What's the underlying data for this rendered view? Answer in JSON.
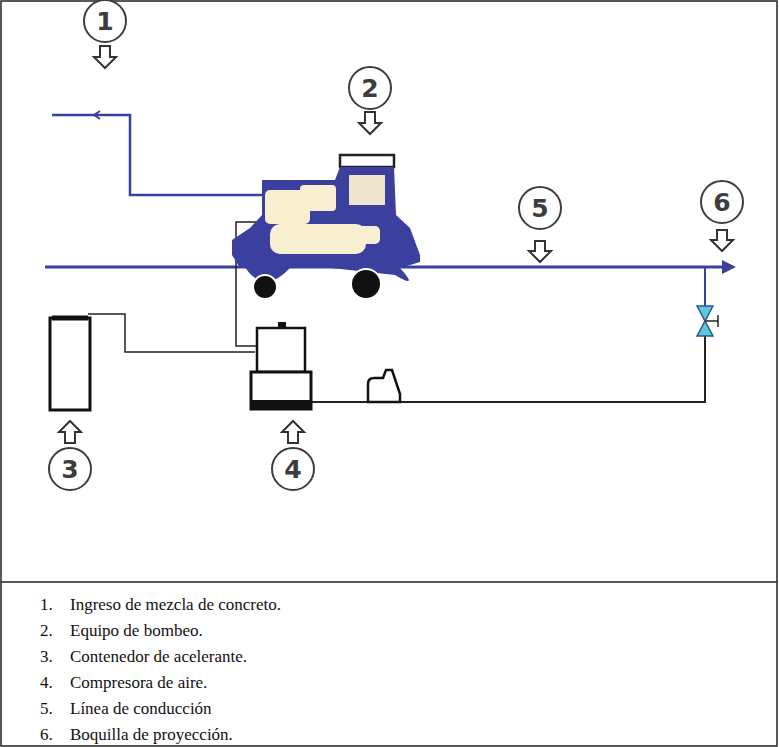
{
  "diagram": {
    "nodes": [
      {
        "text": [
          "1"
        ]
      },
      {
        "text": [
          "2"
        ]
      },
      {
        "text": [
          "5"
        ]
      },
      {
        "text": [
          "6"
        ]
      },
      {
        "text": [
          "3"
        ]
      },
      {
        "text": [
          "4"
        ]
      }
    ],
    "labels": [
      "1.",
      "Ingreso de mezcla de concreto.",
      "2.",
      "Equipo de bombeo.",
      "3.",
      "Contenedor de acelerante.",
      "4.",
      "Compresora de aire.",
      "5.",
      "Línea de conducción",
      "6.",
      "Boquilla de proyección."
    ]
  }
}
